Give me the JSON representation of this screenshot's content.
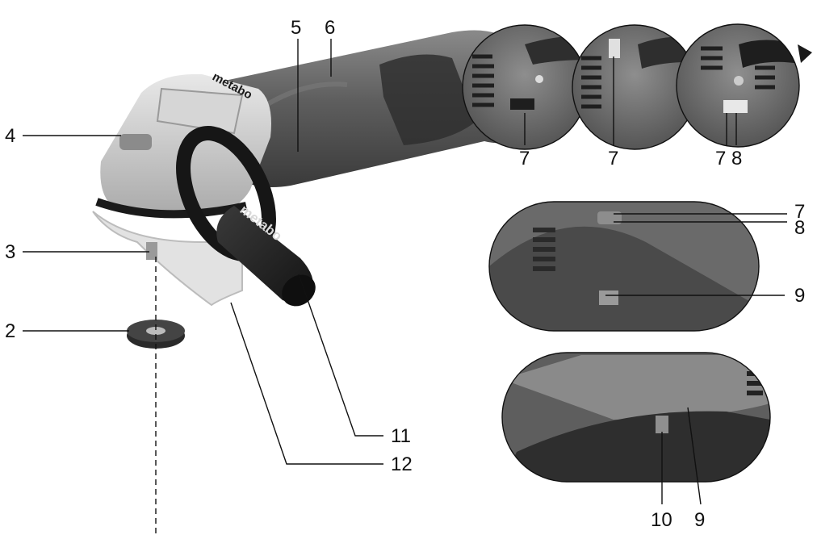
{
  "figure": {
    "brand_text": "metabo",
    "callouts": [
      "2",
      "3",
      "4",
      "5",
      "6",
      "7",
      "7",
      "7",
      "8",
      "7",
      "8",
      "9",
      "10",
      "9",
      "11",
      "12"
    ]
  },
  "colors": {
    "body_dark": "#4a4a4a",
    "body_mid": "#6b6b6b",
    "gear_housing": "#c9c9c9",
    "handle_black": "#1c1c1c",
    "guard": "#e4e4e4",
    "line": "#111111"
  },
  "icons": [
    "angle-grinder",
    "side-handle",
    "clamping-nut",
    "spindle",
    "guard"
  ]
}
